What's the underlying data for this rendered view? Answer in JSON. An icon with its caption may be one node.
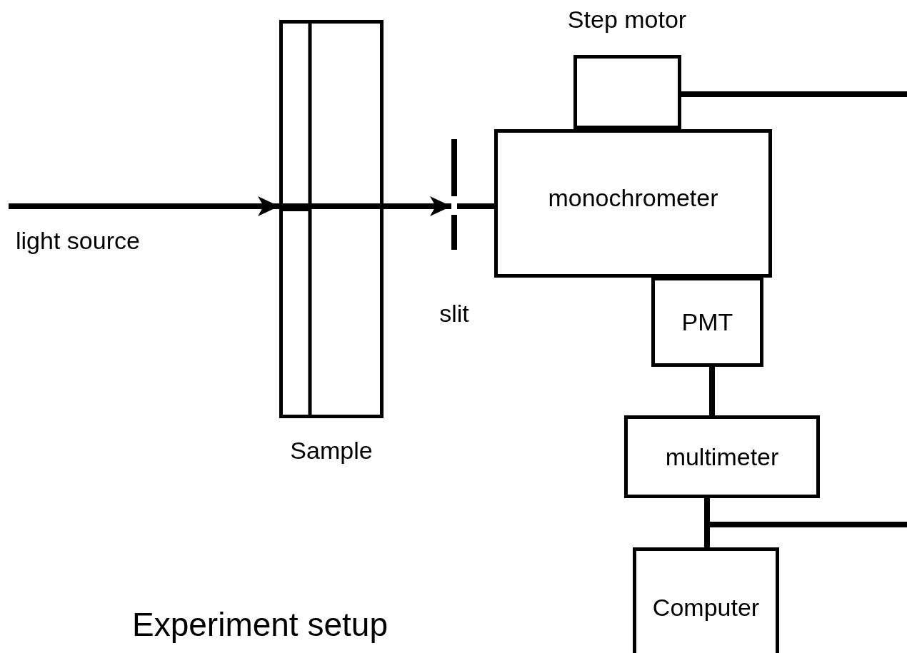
{
  "diagram": {
    "title": "Experiment setup",
    "nodes": [
      {
        "text": [],
        "shape": "box",
        "beside": [
          "Sample"
        ]
      },
      {
        "text": [],
        "shape": "bar",
        "beside": [
          "slit"
        ]
      },
      {
        "text": [
          "Step motor"
        ]
      },
      {
        "text": [
          "monochrometer"
        ]
      },
      {
        "text": [
          "PMT"
        ]
      },
      {
        "text": [
          "multimeter"
        ]
      },
      {
        "text": [
          "Computer"
        ]
      }
    ],
    "edges": [
      {
        "from": null,
        "to": 0,
        "arrow": "to"
      },
      {
        "from": 0,
        "to": 1,
        "arrow": "to"
      },
      {
        "from": 1,
        "to": 3,
        "arrow": "none"
      },
      {
        "from": 2,
        "to": null,
        "arrow": "none"
      },
      {
        "from": 4,
        "to": 5,
        "arrow": "none"
      },
      {
        "from": 5,
        "to": 6,
        "arrow": "none"
      },
      {
        "from": 5,
        "to": null,
        "arrow": "none"
      }
    ],
    "labels": [
      "light source"
    ]
  }
}
